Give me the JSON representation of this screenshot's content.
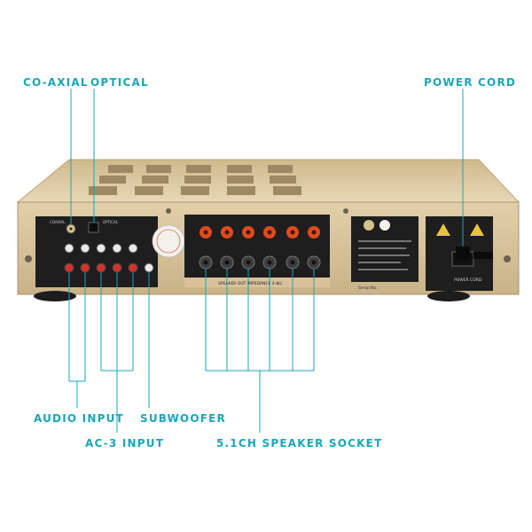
{
  "annotations": {
    "coaxial": "CO-AXIAL",
    "optical": "OPTICAL",
    "power_cord": "POWER CORD",
    "audio_input": "AUDIO INPUT",
    "subwoofer": "SUBWOOFER",
    "ac3_input": "AC-3 INPUT",
    "speaker_socket": "5.1CH SPEAKER SOCKET"
  },
  "device_panel": {
    "coaxial_tag": "COAXIAL",
    "optical_tag": "OPTICAL",
    "speaker_out_tag": "SPEAKER OUT IMPEDANCE 4-8Ω",
    "power_tag": "POWER CORD",
    "serial_tag": "Serial No."
  },
  "colors": {
    "accent": "#1aa6b7",
    "chassis_gold": "#d9c29a",
    "panel_black": "#1e1e1e",
    "terminal_red": "#e04a1e"
  }
}
